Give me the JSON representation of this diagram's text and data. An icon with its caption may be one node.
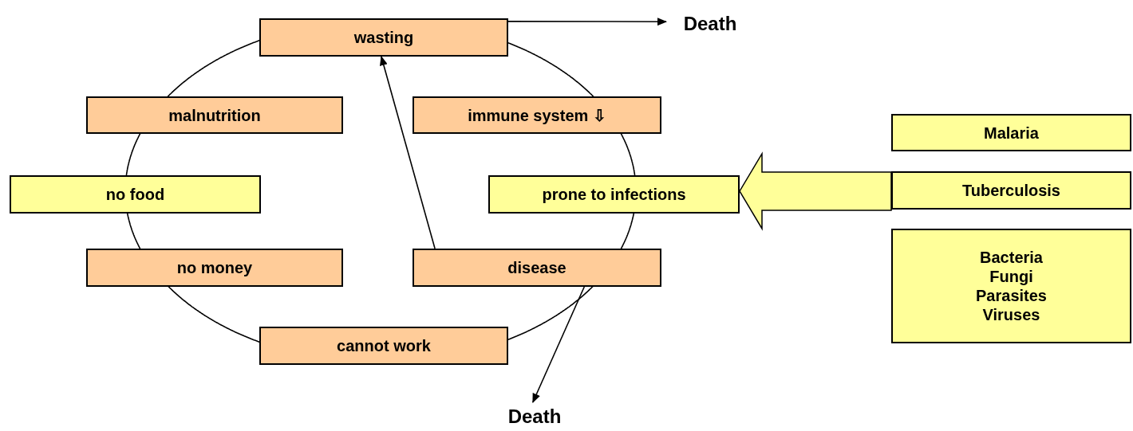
{
  "diagram": {
    "nodes": [
      {
        "text": [
          "wasting"
        ]
      },
      {
        "text": [
          "Death"
        ]
      },
      {
        "text": [
          "malnutrition"
        ]
      },
      {
        "text": [
          "immune system ⇩"
        ]
      },
      {
        "text": [
          "no food"
        ]
      },
      {
        "text": [
          "prone to infections"
        ]
      },
      {
        "text": [
          "no money"
        ]
      },
      {
        "text": [
          "disease"
        ]
      },
      {
        "text": [
          "cannot work"
        ]
      },
      {
        "text": [
          "Death"
        ]
      },
      {
        "text": [
          "Malaria"
        ]
      },
      {
        "text": [
          "Tuberculosis"
        ]
      },
      {
        "text": [
          "Bacteria",
          "Fungi",
          "Parasites",
          "Viruses"
        ]
      }
    ],
    "edges": [
      {
        "from": 0,
        "to": 1,
        "arrow": "to"
      },
      {
        "from": 7,
        "to": 0,
        "arrow": "to"
      },
      {
        "from": 7,
        "to": 9,
        "arrow": "to"
      },
      {
        "from": 0,
        "to": 3,
        "arrow": "none"
      },
      {
        "from": 3,
        "to": 5,
        "arrow": "none"
      },
      {
        "from": 5,
        "to": 7,
        "arrow": "none"
      },
      {
        "from": 7,
        "to": 8,
        "arrow": "none"
      },
      {
        "from": 8,
        "to": 6,
        "arrow": "none"
      },
      {
        "from": 6,
        "to": 4,
        "arrow": "none"
      },
      {
        "from": 4,
        "to": 2,
        "arrow": "none"
      },
      {
        "from": 2,
        "to": 0,
        "arrow": "none"
      },
      {
        "from": 11,
        "to": 5,
        "arrow": "to",
        "style": "thick",
        "color": "#ffff99"
      }
    ]
  }
}
